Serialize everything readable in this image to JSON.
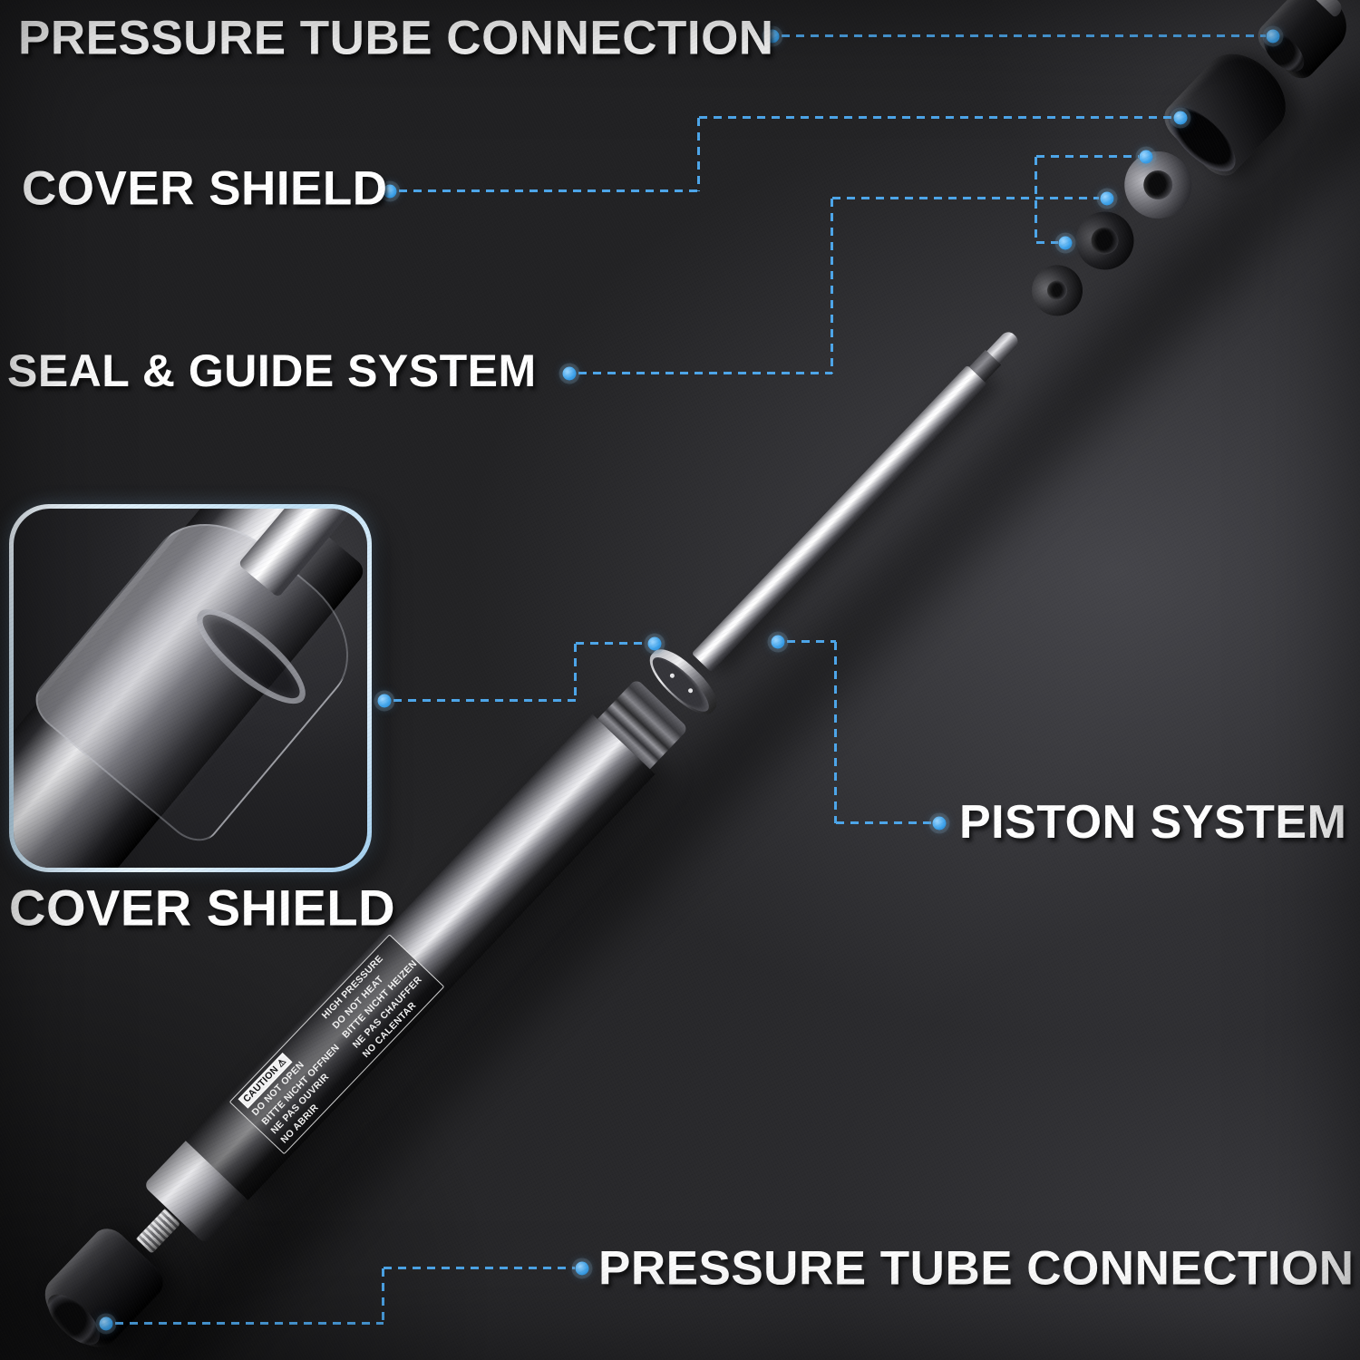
{
  "colors": {
    "accent_blue": "#4da6ea",
    "background": "#26262a",
    "label_text": "#ffffff"
  },
  "labels": {
    "pressure_tube_connection_top": "PRESSURE TUBE CONNECTION",
    "cover_shield_top": "COVER SHIELD",
    "seal_guide_system": "SEAL & GUIDE SYSTEM",
    "cover_shield_inset": "COVER SHIELD",
    "piston_system": "PISTON SYSTEM",
    "pressure_tube_connection_bottom": "PRESSURE TUBE CONNECTION"
  },
  "caution_label": {
    "title": "CAUTION",
    "warning_icon": "⚠",
    "col1": [
      "DO NOT OPEN",
      "BITTE NICHT OFFNEN",
      "NE PAS OUVRIR",
      "NO ABRIR"
    ],
    "col2": [
      "HIGH PRESSURE",
      "DO NOT HEAT",
      "BITTE NICHT HEIZEN",
      "NE PAS CHAUFFER",
      "NO CALENTAR"
    ]
  }
}
